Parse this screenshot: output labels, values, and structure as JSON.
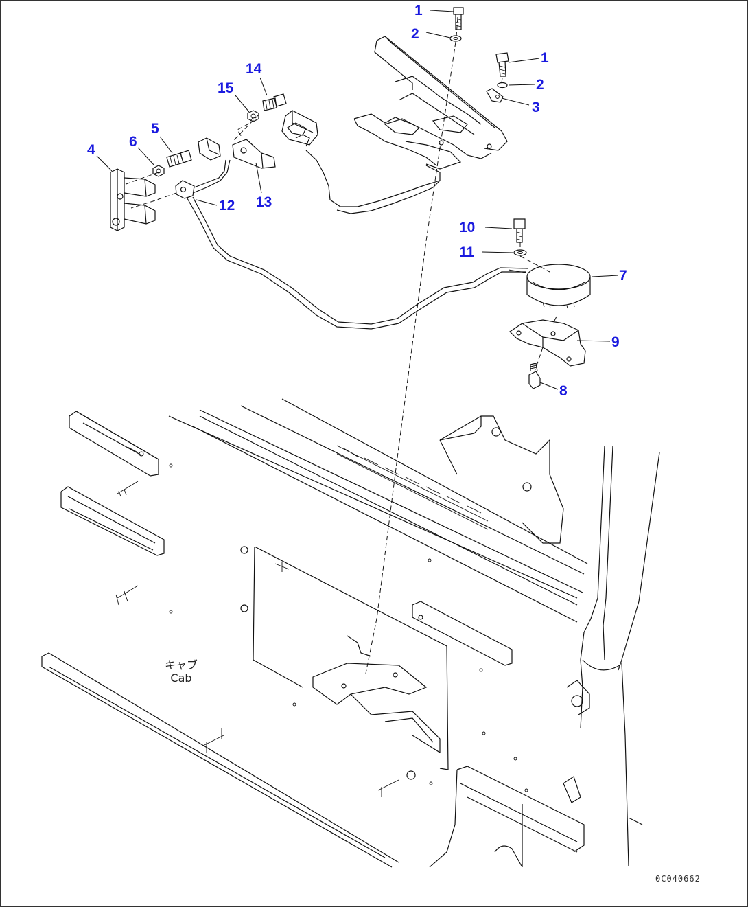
{
  "diagram": {
    "callouts": [
      {
        "id": "c1a",
        "text": "1"
      },
      {
        "id": "c2a",
        "text": "2"
      },
      {
        "id": "c1b",
        "text": "1"
      },
      {
        "id": "c2b",
        "text": "2"
      },
      {
        "id": "c3",
        "text": "3"
      },
      {
        "id": "c14",
        "text": "14"
      },
      {
        "id": "c15",
        "text": "15"
      },
      {
        "id": "c5",
        "text": "5"
      },
      {
        "id": "c6",
        "text": "6"
      },
      {
        "id": "c4",
        "text": "4"
      },
      {
        "id": "c12",
        "text": "12"
      },
      {
        "id": "c13",
        "text": "13"
      },
      {
        "id": "c10",
        "text": "10"
      },
      {
        "id": "c11",
        "text": "11"
      },
      {
        "id": "c7",
        "text": "7"
      },
      {
        "id": "c9",
        "text": "9"
      },
      {
        "id": "c8",
        "text": "8"
      }
    ],
    "cab_label_jp": "キャブ",
    "cab_label_en": "Cab",
    "drawing_code": "0C040662",
    "colors": {
      "callout": "#1a1adf",
      "line": "#111111",
      "background": "#ffffff"
    }
  }
}
